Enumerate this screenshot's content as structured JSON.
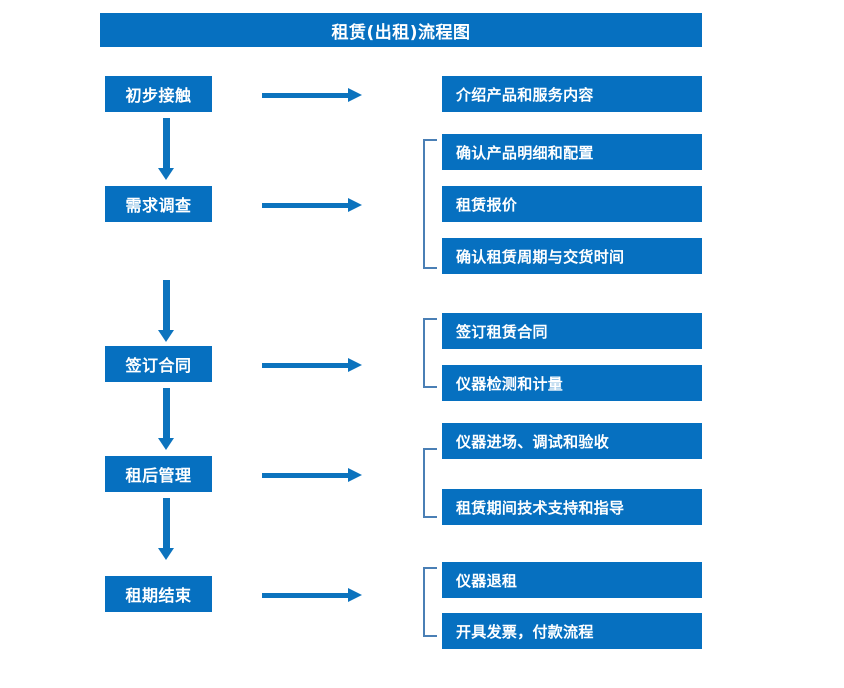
{
  "chart": {
    "title": "租赁(出租)流程图",
    "accent_color": "#0670C0",
    "arrow_color": "#0C73BE",
    "bracket_color": "#4A7FB5",
    "text_color": "#FFFFFF",
    "background_color": "#FFFFFF"
  },
  "stages": [
    {
      "label": "初步接触",
      "details": [
        "介绍产品和服务内容"
      ],
      "has_bracket": false
    },
    {
      "label": "需求调查",
      "details": [
        "确认产品明细和配置",
        "租赁报价",
        "确认租赁周期与交货时间"
      ],
      "has_bracket": true
    },
    {
      "label": "签订合同",
      "details": [
        "签订租赁合同",
        "仪器检测和计量"
      ],
      "has_bracket": true
    },
    {
      "label": "租后管理",
      "details": [
        "仪器进场、调试和验收",
        "租赁期间技术支持和指导"
      ],
      "has_bracket": true
    },
    {
      "label": "租期结束",
      "details": [
        "仪器退租",
        "开具发票，付款流程"
      ],
      "has_bracket": true
    }
  ]
}
